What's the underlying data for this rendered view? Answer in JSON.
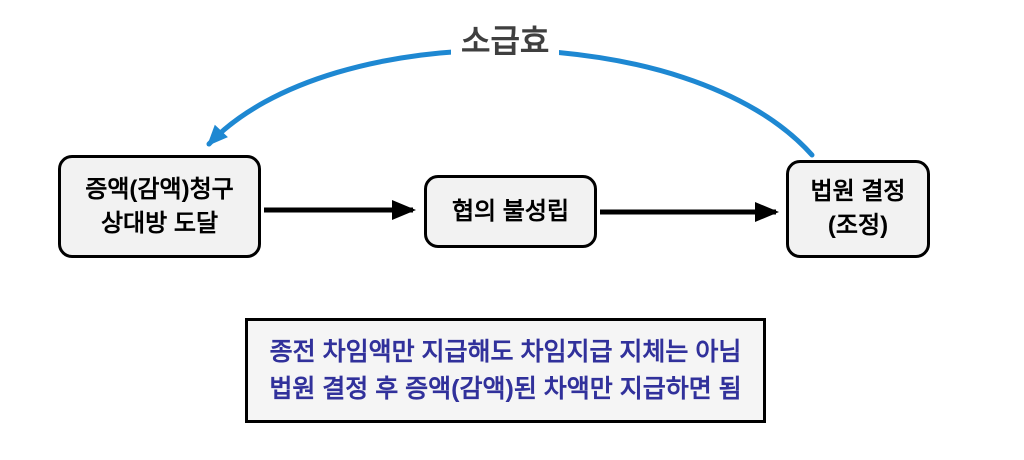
{
  "diagram": {
    "retro_label": "소급효",
    "flow": {
      "node_left": {
        "line1": "증액(감액)청구",
        "line2": "상대방 도달"
      },
      "node_middle": {
        "line1": "협의 불성립"
      },
      "node_right": {
        "line1": "법원 결정",
        "line2": "(조정)"
      }
    },
    "note": {
      "line1": "종전 차임액만 지급해도 차임지급 지체는 아님",
      "line2": "법원 결정 후 증액(감액)된 차액만 지급하면 됨"
    },
    "colors": {
      "arrow_black": "#000000",
      "arrow_blue": "#1E88D2",
      "note_text": "#31319B",
      "node_fill": "#F2F2F2",
      "label_text": "#3F3F3F"
    }
  }
}
